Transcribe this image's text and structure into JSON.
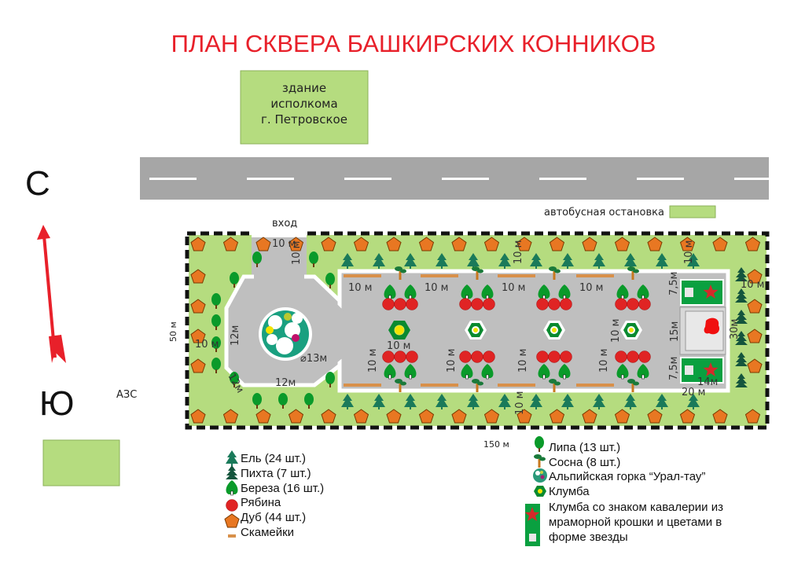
{
  "title": "ПЛАН СКВЕРА БАШКИРСКИХ КОННИКОВ",
  "building": {
    "lines": [
      "здание",
      "исполкома",
      "г. Петровское"
    ]
  },
  "compass": {
    "north": "С",
    "south": "Ю"
  },
  "gas_station": "АЗС",
  "bus_stop": "автобусная остановка",
  "entrance": "вход",
  "dimensions": {
    "width": "150 м",
    "height": "50 м",
    "ten": "10 м",
    "twelve": "12м",
    "diameter": "⌀13м",
    "seven_five": "7,5м",
    "fifteen": "15м",
    "thirty": "30м",
    "fourteen": "14м",
    "twenty": "20 м"
  },
  "legend_left": [
    {
      "icon": "spruce",
      "label": "Ель (24 шт.)"
    },
    {
      "icon": "fir",
      "label": "Пихта (7 шт.)"
    },
    {
      "icon": "birch",
      "label": "Береза (16 шт.)"
    },
    {
      "icon": "rowan",
      "label": "Рябина"
    },
    {
      "icon": "oak",
      "label": "Дуб (44 шт.)"
    },
    {
      "icon": "bench",
      "label": "Скамейки"
    }
  ],
  "legend_right": [
    {
      "icon": "linden",
      "label": "Липа (13 шт.)"
    },
    {
      "icon": "pine",
      "label": "Сосна (8 шт.)"
    },
    {
      "icon": "alpine-hill",
      "label": "Альпийская горка “Урал-тау”"
    },
    {
      "icon": "flowerbed",
      "label": "Клумба"
    },
    {
      "icon": "star-flowerbed",
      "lines": [
        "Клумба со знаком кавалерии из",
        "мраморной крошки и цветами в",
        "форме звезды"
      ]
    }
  ],
  "colors": {
    "title": "#e8202a",
    "lawn": "#b5dc7f",
    "path": "#bfbfbf",
    "oak": "#e87722",
    "spruce": "#1a7a5a",
    "rowan": "#e02424"
  }
}
